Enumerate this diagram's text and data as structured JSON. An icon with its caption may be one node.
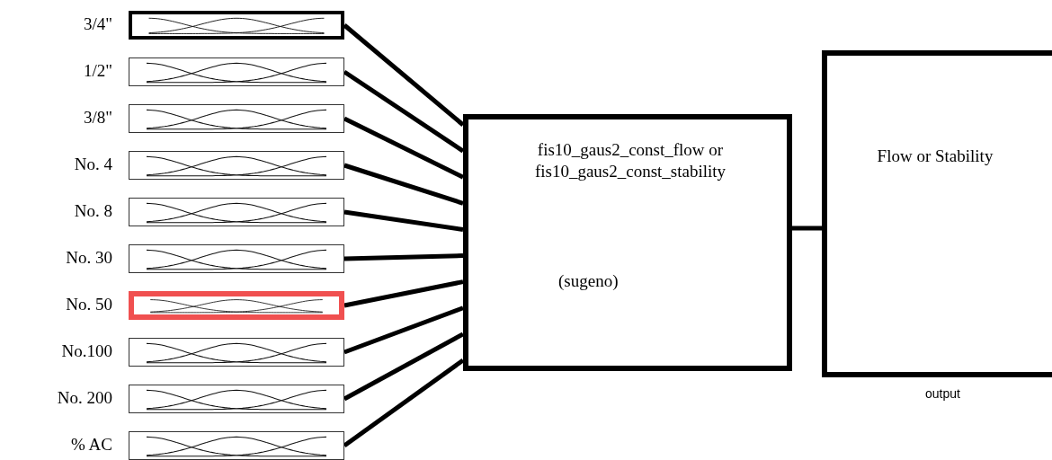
{
  "diagram": {
    "nodes": [
      {
        "text": [],
        "shape": "picture",
        "beside": [
          "3/4\""
        ]
      },
      {
        "text": [],
        "shape": "picture",
        "beside": [
          "1/2\""
        ]
      },
      {
        "text": [],
        "shape": "picture",
        "beside": [
          "3/8\""
        ]
      },
      {
        "text": [],
        "shape": "picture",
        "beside": [
          "No. 4"
        ]
      },
      {
        "text": [],
        "shape": "picture",
        "beside": [
          "No. 8"
        ]
      },
      {
        "text": [],
        "shape": "picture",
        "beside": [
          "No. 30"
        ]
      },
      {
        "text": [],
        "shape": "picture",
        "beside": [
          "No. 50"
        ]
      },
      {
        "text": [],
        "shape": "picture",
        "beside": [
          "No.100"
        ]
      },
      {
        "text": [],
        "shape": "picture",
        "beside": [
          "No. 200"
        ]
      },
      {
        "text": [],
        "shape": "picture",
        "beside": [
          "% AC"
        ]
      },
      {
        "text": [
          "fis10_gaus2_const_flow or fis10_gaus2_const_stability",
          "(sugeno)"
        ]
      },
      {
        "text": [
          "Flow or Stability"
        ],
        "beside": [
          "output"
        ]
      }
    ],
    "edges": [
      {
        "from": 0,
        "to": 10,
        "arrow": "none"
      },
      {
        "from": 1,
        "to": 10,
        "arrow": "none"
      },
      {
        "from": 2,
        "to": 10,
        "arrow": "none"
      },
      {
        "from": 3,
        "to": 10,
        "arrow": "none"
      },
      {
        "from": 4,
        "to": 10,
        "arrow": "none"
      },
      {
        "from": 5,
        "to": 10,
        "arrow": "none"
      },
      {
        "from": 6,
        "to": 10,
        "arrow": "none"
      },
      {
        "from": 7,
        "to": 10,
        "arrow": "none"
      },
      {
        "from": 8,
        "to": 10,
        "arrow": "none"
      },
      {
        "from": 9,
        "to": 10,
        "arrow": "none"
      },
      {
        "from": 10,
        "to": 11,
        "arrow": "none"
      }
    ]
  }
}
